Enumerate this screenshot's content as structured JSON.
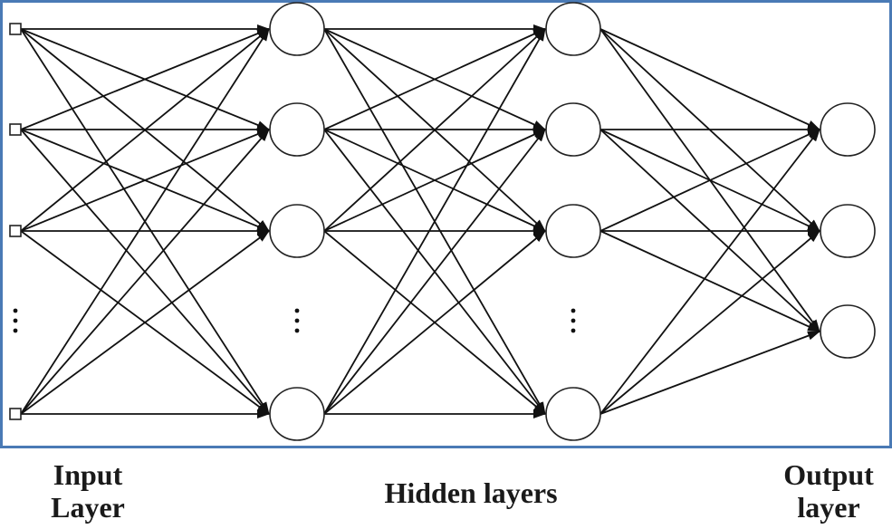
{
  "diagram": {
    "frame_color": "#4a7ab5",
    "edge_color": "#111111",
    "node_stroke": "#222222",
    "dots_label": "⋮"
  },
  "labels": {
    "input": {
      "line1": "Input",
      "line2": "Layer"
    },
    "hidden": {
      "line1": "Hidden layers"
    },
    "output": {
      "line1": "Output",
      "line2": "layer"
    }
  }
}
